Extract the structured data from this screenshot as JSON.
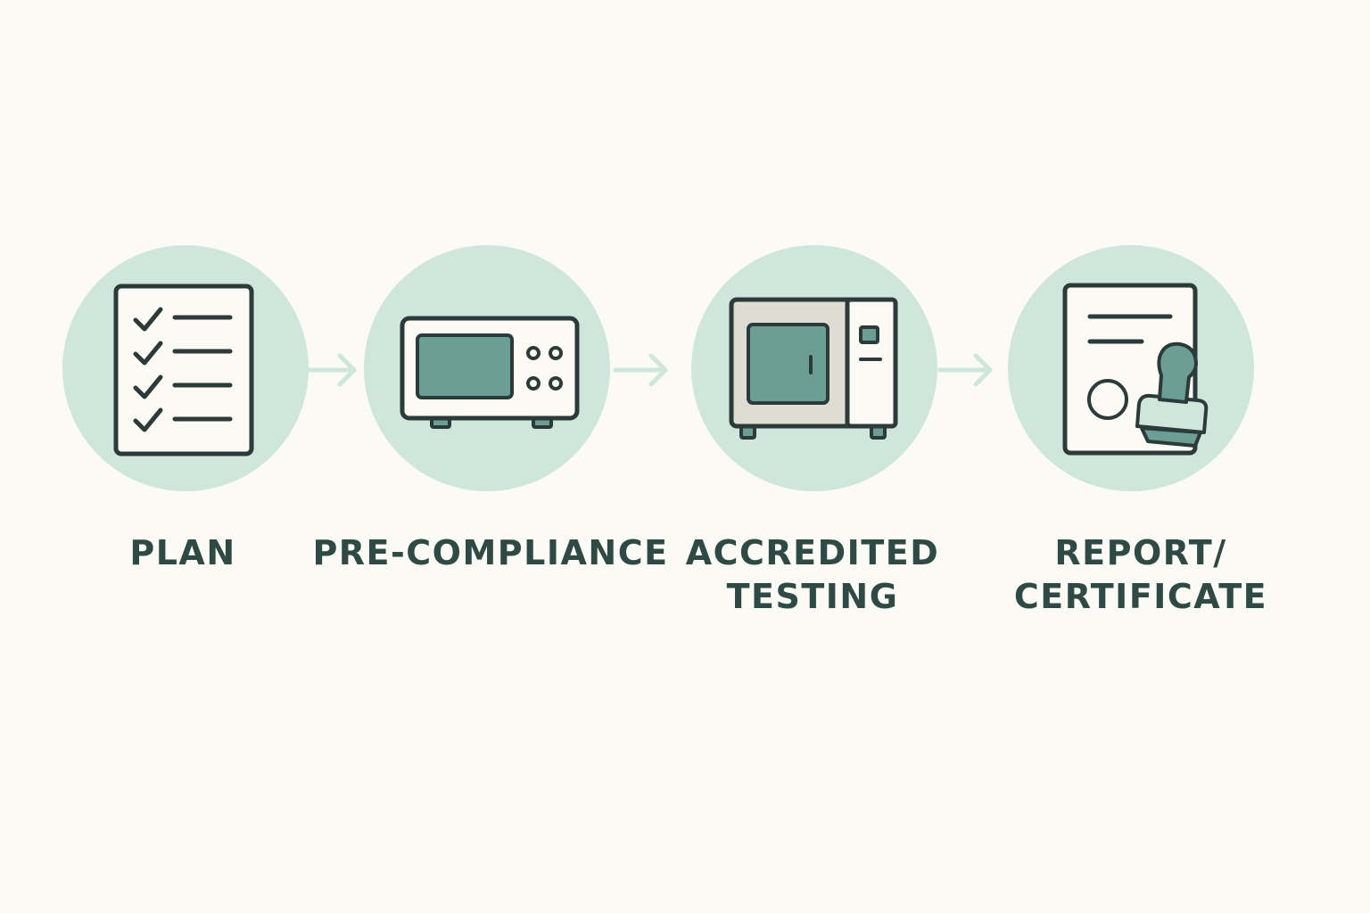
{
  "colors": {
    "background": "#fbfaf5",
    "circle": "#cfe6dd",
    "outline": "#2c3b39",
    "accent": "#6b9e94",
    "arrow": "#cfe6dd",
    "label": "#2f4a45"
  },
  "steps": [
    {
      "icon": "checklist-icon",
      "label_lines": [
        "PLAN"
      ]
    },
    {
      "icon": "test-equipment-icon",
      "label_lines": [
        "PRE-COMPLIANCE"
      ]
    },
    {
      "icon": "test-chamber-icon",
      "label_lines": [
        "ACCREDITED",
        "TESTING"
      ]
    },
    {
      "icon": "certificate-stamp-icon",
      "label_lines": [
        "REPORT/",
        "CERTIFICATE"
      ]
    }
  ]
}
